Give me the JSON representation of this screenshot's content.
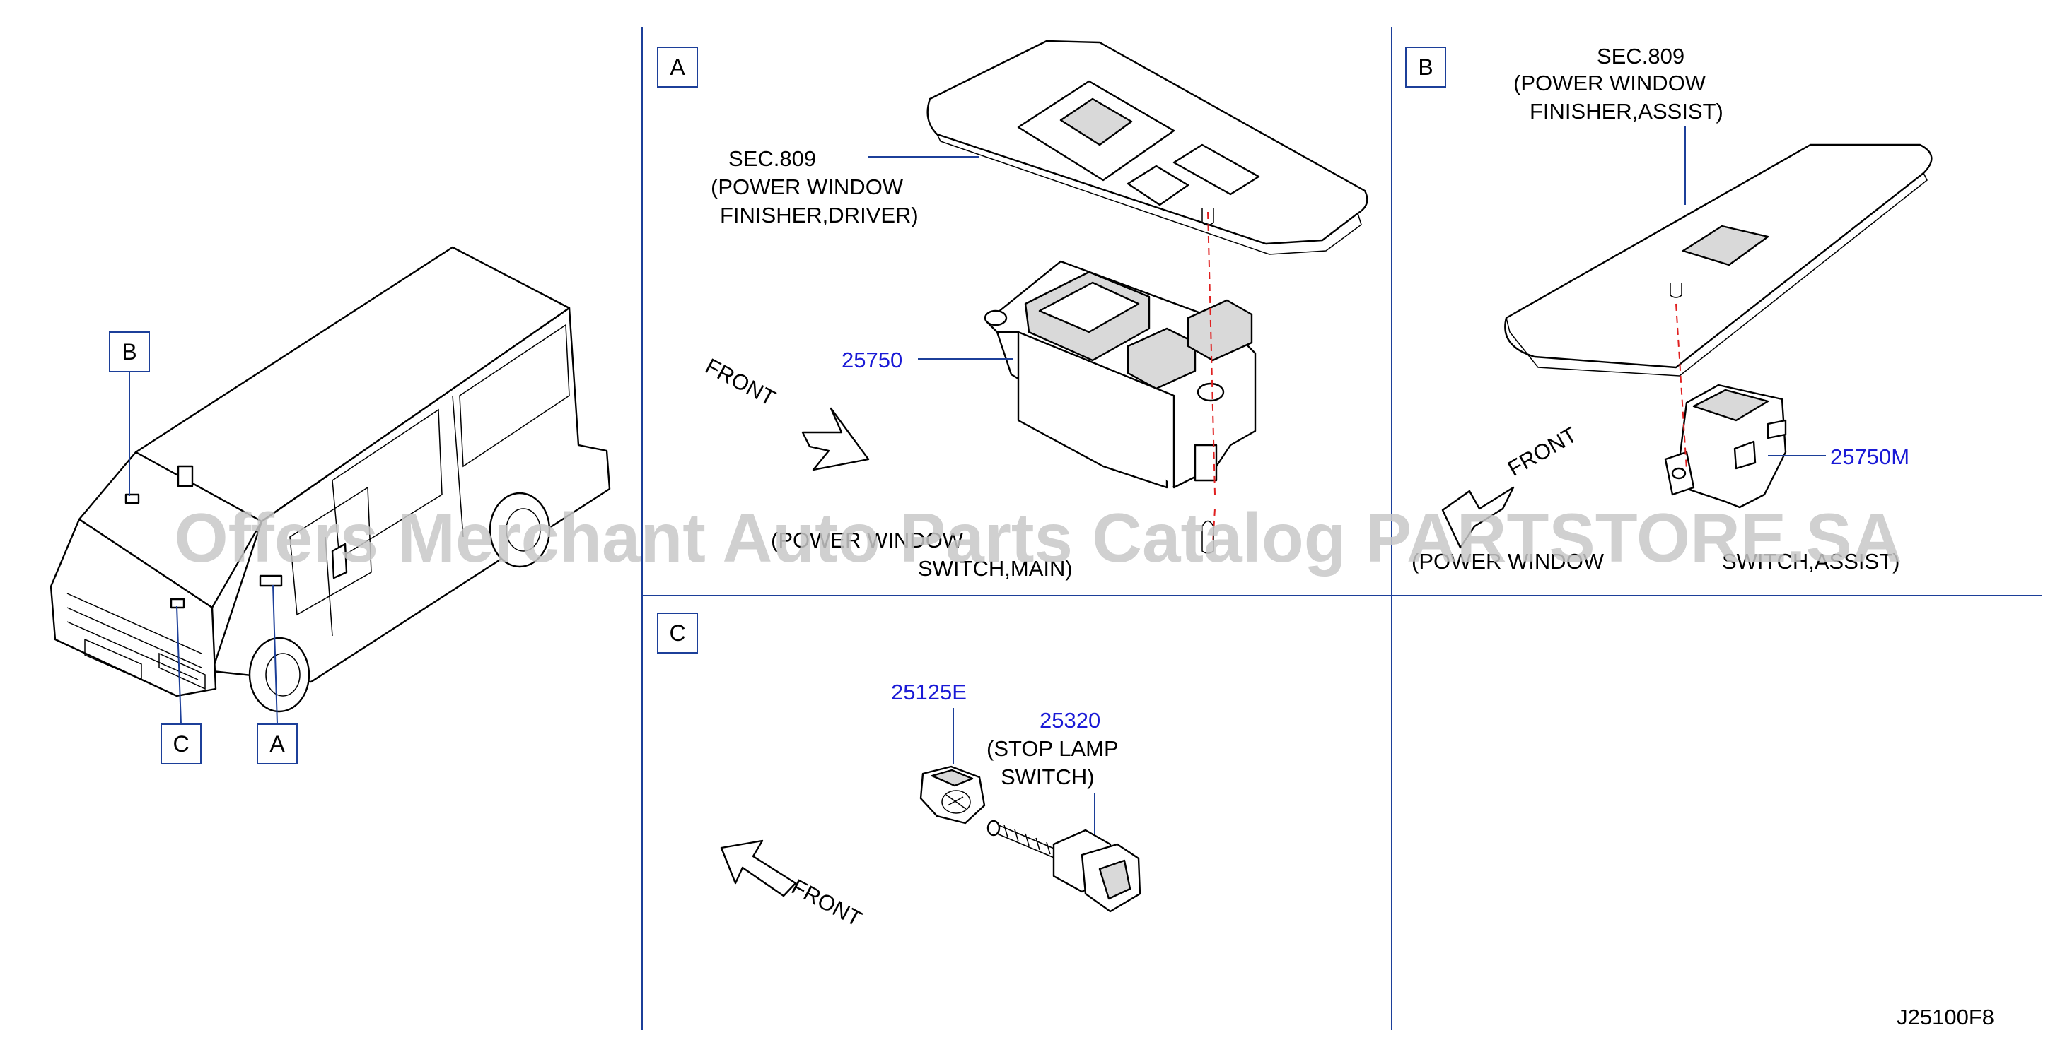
{
  "diagram_code": "J25100F8",
  "watermark": "Offers Merchant Auto Parts Catalog PARTSTORE.SA",
  "overview_callouts": [
    "B",
    "C",
    "A"
  ],
  "sections": {
    "A": {
      "letter": "A",
      "finisher": {
        "sec": "SEC.809",
        "line1": "(POWER   WINDOW",
        "line2": "FINISHER,DRIVER)"
      },
      "part_no": "25750",
      "part_name": {
        "line1": "(POWER   WINDOW",
        "line2": "SWITCH,MAIN)"
      },
      "front": "FRONT"
    },
    "B": {
      "letter": "B",
      "finisher": {
        "sec": "SEC.809",
        "line1": "(POWER   WINDOW",
        "line2": "FINISHER,ASSIST)"
      },
      "part_no": "25750M",
      "part_name": {
        "line1": "(POWER   WINDOW",
        "line2": "SWITCH,ASSIST)"
      },
      "front": "FRONT"
    },
    "C": {
      "letter": "C",
      "part_no_1": "25125E",
      "part_no_2": "25320",
      "part_name": {
        "line1": "(STOP   LAMP",
        "line2": "SWITCH)"
      },
      "front": "FRONT"
    }
  }
}
